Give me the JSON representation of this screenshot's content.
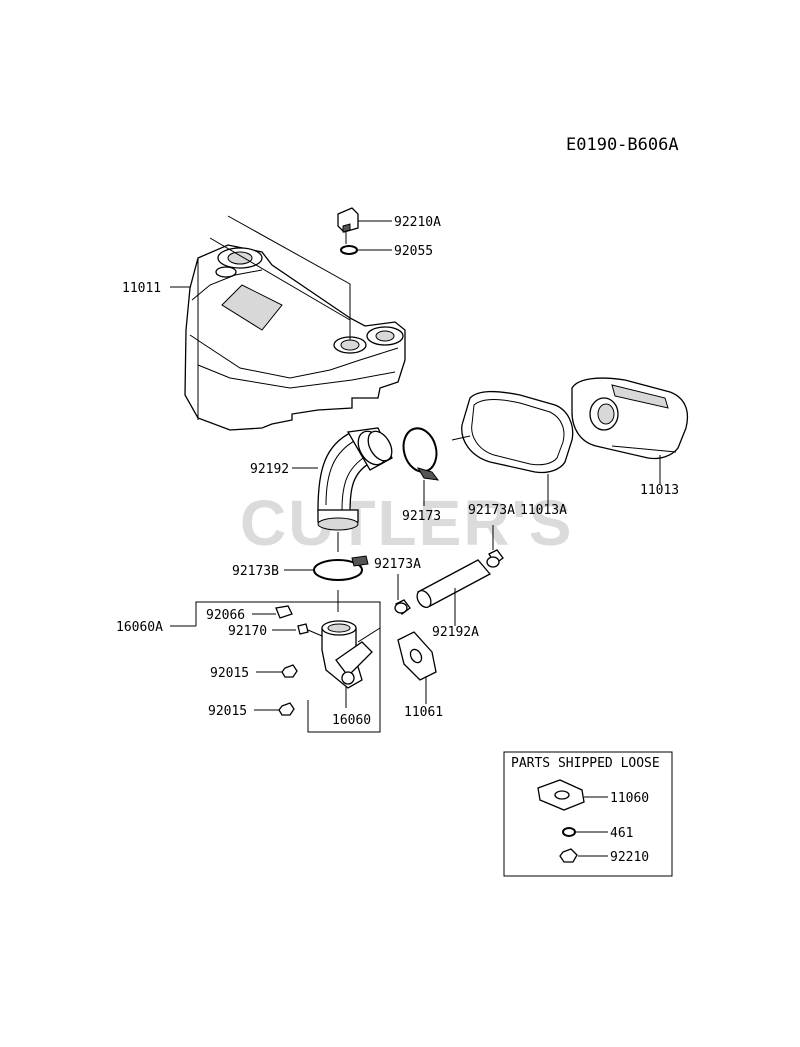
{
  "diagram_code": "E0190-B606A",
  "watermark": "CUTLER'S",
  "loose_box": {
    "title": "PARTS SHIPPED LOOSE",
    "parts": [
      "11060",
      "461",
      "92210"
    ]
  },
  "labels": {
    "p92210A": "92210A",
    "p92055": "92055",
    "p11011": "11011",
    "p92192": "92192",
    "p92173": "92173",
    "p92173A_top": "92173A",
    "p11013A": "11013A",
    "p11013": "11013",
    "p92173B": "92173B",
    "p92173A_mid": "92173A",
    "p16060A": "16060A",
    "p92066": "92066",
    "p92170": "92170",
    "p92192A": "92192A",
    "p92015_a": "92015",
    "p92015_b": "92015",
    "p16060": "16060",
    "p11061": "11061"
  }
}
